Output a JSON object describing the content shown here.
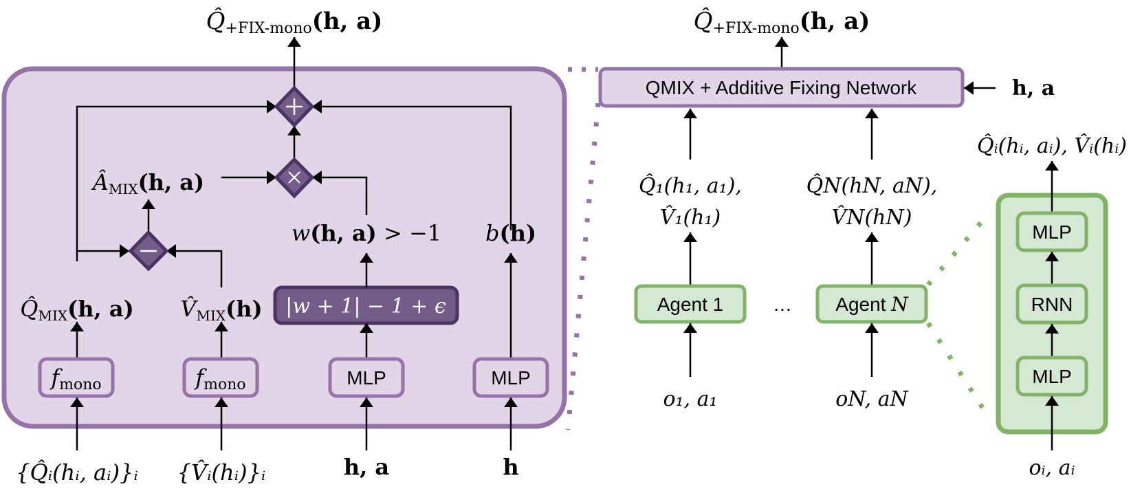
{
  "colors": {
    "purple_border": "#9573a9",
    "purple_fill": "#e2d5e8",
    "op_fill": "#735c8a",
    "op_border": "#4a3461",
    "green_border": "#82b366",
    "green_fill": "#d5e8d4",
    "line": "#000000"
  },
  "left": {
    "output_label": {
      "main": "Q̂",
      "sub": "+FIX-mono",
      "args": "(h, a)"
    },
    "ops": {
      "plus": "+",
      "times": "×",
      "minus": "−"
    },
    "a_mix": {
      "main": "Â",
      "sub": "MIX",
      "args": "(h, a)"
    },
    "w_label": {
      "main": "w",
      "args": "(h, a)",
      "rest": " > −1"
    },
    "b_label": {
      "main": "b",
      "args": "(h)"
    },
    "q_mix": {
      "main": "Q̂",
      "sub": "MIX",
      "args": "(h, a)"
    },
    "v_mix": {
      "main": "V̂",
      "sub": "MIX",
      "args": "(h)"
    },
    "abs_box": "|w + 1| − 1 + ϵ",
    "fmono_1": {
      "main": "f",
      "sub": "mono"
    },
    "fmono_2": {
      "main": "f",
      "sub": "mono"
    },
    "mlp_1": "MLP",
    "mlp_2": "MLP",
    "inputs": {
      "q_set": "{Q̂ᵢ(hᵢ, aᵢ)}ᵢ",
      "v_set": "{V̂ᵢ(hᵢ)}ᵢ",
      "ha": "h, a",
      "h": "h"
    }
  },
  "right": {
    "output_label": {
      "main": "Q̂",
      "sub": "+FIX-mono",
      "args": "(h, a)"
    },
    "network_box": "QMIX + Additive Fixing Network",
    "side_input": "h, a",
    "agent1_out_line1": "Q̂₁(h₁, a₁),",
    "agent1_out_line2": "V̂₁(h₁)",
    "agentN_out_line1": "Q̂N(hN, aN),",
    "agentN_out_line2": "V̂N(hN)",
    "agent1_box": "Agent 1",
    "agentN_box": {
      "text": "Agent ",
      "var": "N"
    },
    "ellipsis": "…",
    "agent1_in": "o₁, a₁",
    "agentN_in": "oN, aN",
    "detail": {
      "output": "Q̂ᵢ(hᵢ, aᵢ), V̂ᵢ(hᵢ)",
      "layers": [
        "MLP",
        "RNN",
        "MLP"
      ],
      "input": "oᵢ, aᵢ"
    }
  }
}
